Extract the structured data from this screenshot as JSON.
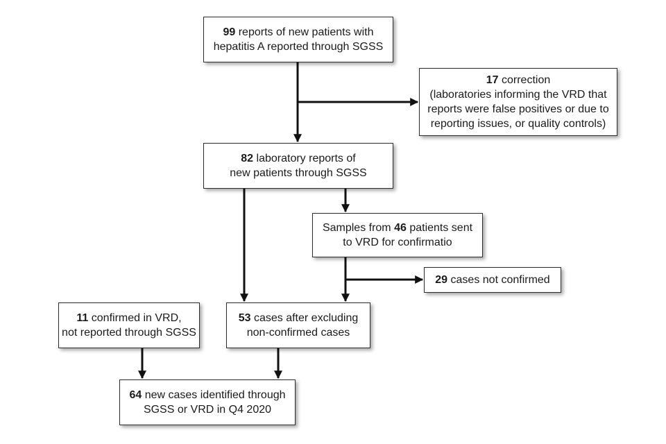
{
  "nodes": {
    "reports": {
      "num": "99",
      "text1": " reports of new patients with",
      "text2": "hepatitis A reported through SGSS"
    },
    "correction": {
      "num": "17",
      "text1": " correction",
      "text2": "(laboratories informing the VRD that",
      "text3": "reports were false positives or due to",
      "text4": "reporting issues, or quality controls)"
    },
    "lab": {
      "num": "82",
      "text1": " laboratory reports of",
      "text2": "new patients through SGSS"
    },
    "samples": {
      "pre": "Samples from ",
      "num": "46",
      "text1": " patients sent",
      "text2": "to VRD for confirmatio"
    },
    "not_confirmed": {
      "num": "29",
      "text1": " cases not confirmed"
    },
    "vrd_only": {
      "num": "11",
      "text1": " confirmed in VRD,",
      "text2": "not reported through SGSS"
    },
    "cases": {
      "num": "53",
      "text1": " cases after excluding",
      "text2": "non-confirmed cases"
    },
    "final": {
      "num": "64",
      "text1": " new cases identified through",
      "text2": "SGSS or VRD in Q4 2020"
    }
  },
  "colors": {
    "line": "#111111",
    "border": "#2b2b2b",
    "text": "#1a1a1a"
  }
}
